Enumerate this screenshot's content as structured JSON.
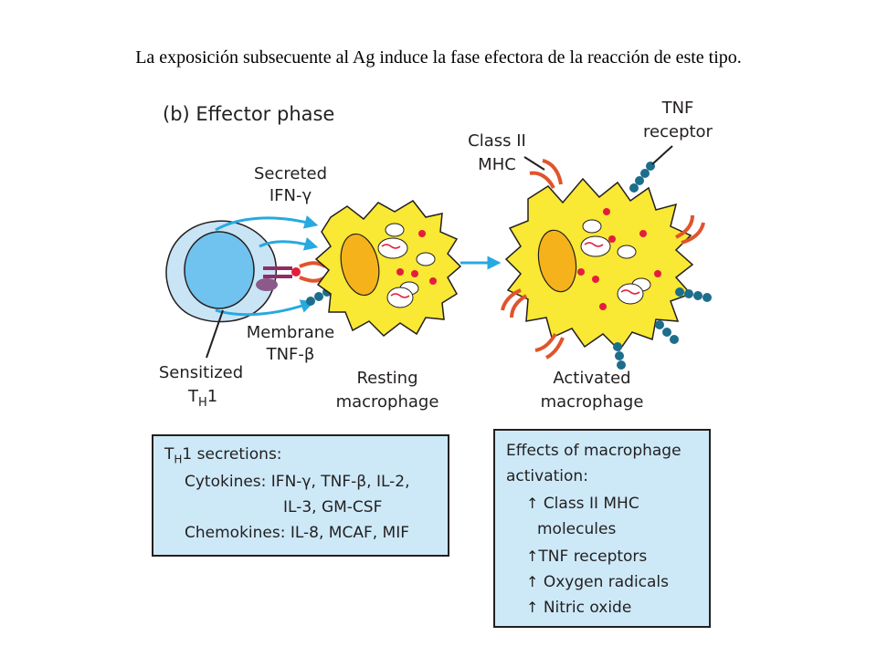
{
  "caption": "La exposición subsecuente al Ag induce la fase efectora de la reacción de este tipo.",
  "diagram": {
    "title": "(b) Effector phase",
    "labels": {
      "secreted_1": "Secreted",
      "secreted_2": "IFN-γ",
      "membrane_1": "Membrane",
      "membrane_2": "TNF-β",
      "sensitized_1": "Sensitized",
      "sensitized_2_main": "T",
      "sensitized_2_sub": "H",
      "sensitized_2_tail": "1",
      "resting_1": "Resting",
      "resting_2": "macrophage",
      "activated_1": "Activated",
      "activated_2": "macrophage",
      "class2_1": "Class II",
      "class2_2": "MHC",
      "tnf_1": "TNF",
      "tnf_2": "receptor"
    }
  },
  "secretions_box": {
    "heading_main": "T",
    "heading_sub": "H",
    "heading_tail": "1 secretions:",
    "line1": "Cytokines: IFN-γ, TNF-β, IL-2,",
    "line2": "IL-3, GM-CSF",
    "line3": "Chemokines: IL-8, MCAF, MIF"
  },
  "effects_box": {
    "heading1": "Effects of macrophage",
    "heading2": "activation:",
    "arrow_symbol": "↑",
    "item1a": "Class II MHC",
    "item1b": "molecules",
    "item2": "TNF receptors",
    "item3": "Oxygen radicals",
    "item4": "Nitric oxide"
  },
  "colors": {
    "macrophage": "#f9e834",
    "nucleus": "#f5b21b",
    "th1_outer": "#c9e4f5",
    "th1_nucleus": "#6fc3ee",
    "arrow": "#27a9e1",
    "box_fill": "#cde9f8",
    "mhc": "#e0542c",
    "tnf_receptor": "#1c6e8c",
    "granule": "#e31e3c"
  }
}
